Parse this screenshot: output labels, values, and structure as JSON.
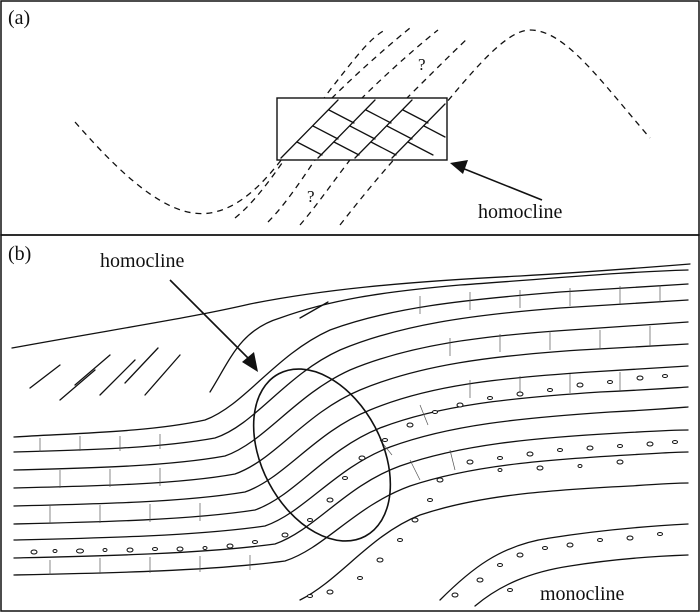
{
  "panel_a": {
    "tag": "(a)",
    "label_homocline": "homocline",
    "question_mark": "?"
  },
  "panel_b": {
    "tag": "(b)",
    "label_homocline": "homocline",
    "label_monocline": "monocline"
  },
  "colors": {
    "ink": "#111111",
    "background": "#ffffff"
  }
}
